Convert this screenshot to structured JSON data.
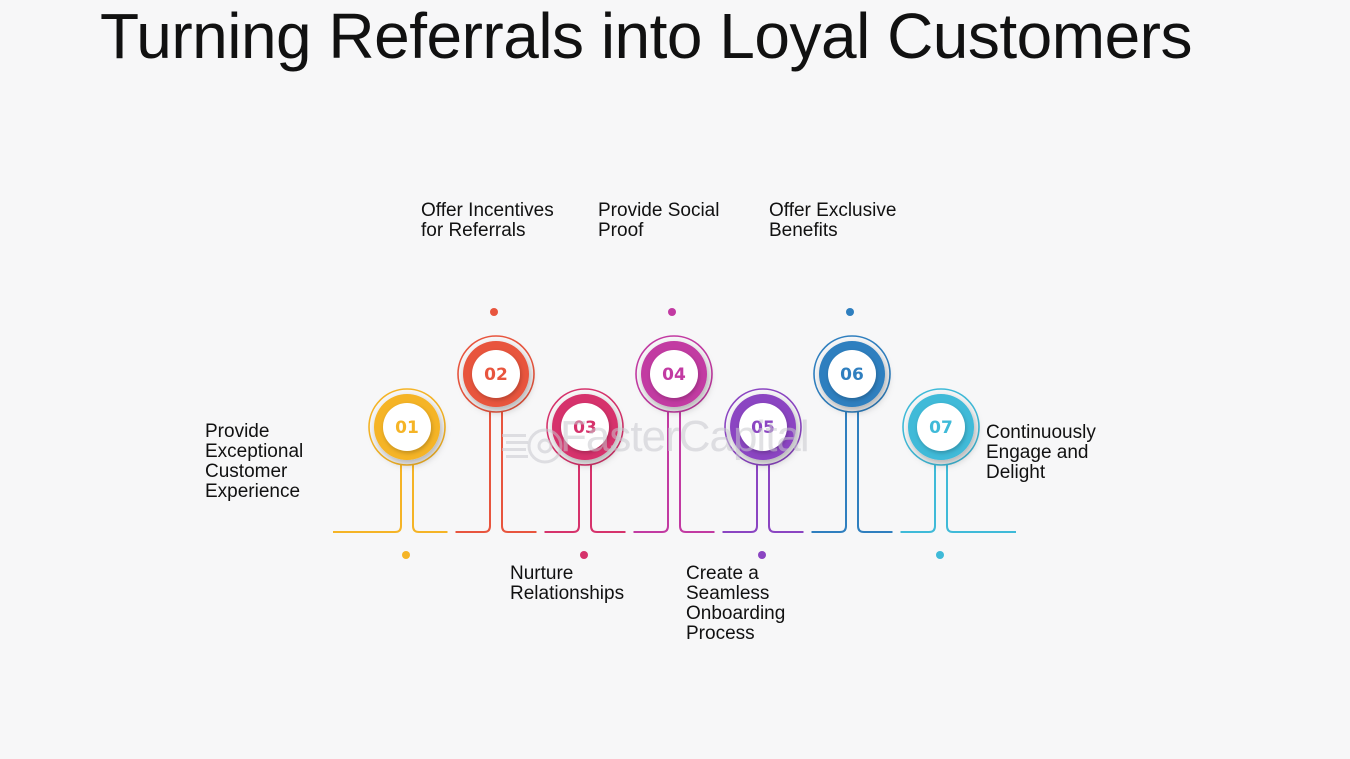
{
  "title": "Turning Referrals into Loyal Customers",
  "watermark": "FasterCapital",
  "steps": [
    {
      "number": "01",
      "label": "Provide\nExceptional\nCustomer\nExperience",
      "color": "#f5b426",
      "position": "low"
    },
    {
      "number": "02",
      "label": "Offer Incentives\nfor Referrals",
      "color": "#e8553e",
      "position": "high"
    },
    {
      "number": "03",
      "label": "Nurture\nRelationships",
      "color": "#d6336c",
      "position": "low"
    },
    {
      "number": "04",
      "label": "Provide Social\nProof",
      "color": "#c23aa2",
      "position": "high"
    },
    {
      "number": "05",
      "label": "Create a\nSeamless\nOnboarding\nProcess",
      "color": "#8b45c2",
      "position": "low"
    },
    {
      "number": "06",
      "label": "Offer Exclusive\nBenefits",
      "color": "#2f7fbf",
      "position": "high"
    },
    {
      "number": "07",
      "label": "Continuously\nEngage and\nDelight",
      "color": "#3fbad8",
      "position": "low"
    }
  ]
}
